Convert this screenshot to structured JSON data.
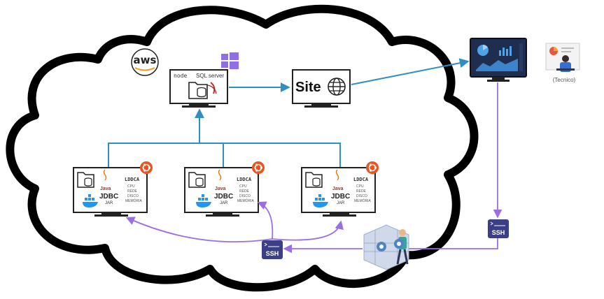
{
  "cloud": {
    "provider_logo": "aws"
  },
  "database_server": {
    "node_text": "node",
    "sql_text": "SQL server",
    "os_icon": "windows-icon"
  },
  "site": {
    "label": "Site",
    "icon": "globe-icon"
  },
  "dashboard": {
    "icon": "chart-dashboard-icon"
  },
  "technician": {
    "label": "(Tecnico)"
  },
  "client_machines": [
    {
      "java": "Java",
      "jdbc": "JDBC",
      "jar": "JAR",
      "app_name": "LDDCA",
      "metrics": [
        "CPU",
        "REDE",
        "DISCO",
        "MEMÓRIA"
      ],
      "os_icon": "ubuntu-icon"
    },
    {
      "java": "Java",
      "jdbc": "JDBC",
      "jar": "JAR",
      "app_name": "LDDCA",
      "metrics": [
        "CPU",
        "REDE",
        "DISCO",
        "MEMÓRIA"
      ],
      "os_icon": "ubuntu-icon"
    },
    {
      "java": "Java",
      "jdbc": "JDBC",
      "jar": "JAR",
      "app_name": "LDDCA",
      "metrics": [
        "CPU",
        "REDE",
        "DISCO",
        "MEMÓRIA"
      ],
      "os_icon": "ubuntu-icon"
    }
  ],
  "ssh_left": {
    "label": "SSH"
  },
  "ssh_right": {
    "label": "SSH"
  },
  "colors": {
    "data_flow": "#2f8fc3",
    "ssh_flow": "#9b6fe3",
    "ssh_badge": "#3a3f86",
    "ubuntu": "#e95420",
    "windows": "#8f6ee8",
    "docker": "#2496ed",
    "dashboard_bg": "#1f2d4f"
  }
}
